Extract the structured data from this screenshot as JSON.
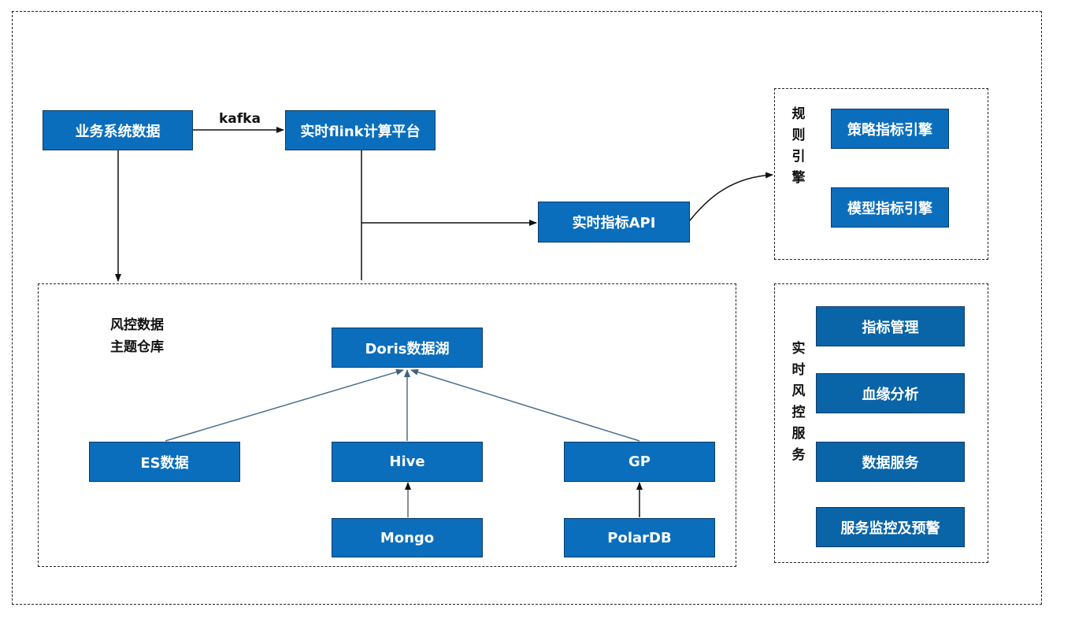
{
  "colors": {
    "box_fill": "#0a6ebd",
    "box_border": "#0b3a66",
    "box_text": "#ffffff",
    "line": "#111111",
    "soft_line": "#4a6d8c"
  },
  "nodes": {
    "business_data": "业务系统数据",
    "flink_platform": "实时flink计算平台",
    "metrics_api": "实时指标API",
    "doris_lake": "Doris数据湖",
    "es_data": "ES数据",
    "hive": "Hive",
    "gp": "GP",
    "mongo": "Mongo",
    "polardb": "PolarDB"
  },
  "edge_labels": {
    "kafka": "kafka"
  },
  "warehouse": {
    "title_line1": "风控数据",
    "title_line2": "主题仓库"
  },
  "rule_engine": {
    "title": "规则引擎",
    "items": [
      "策略指标引擎",
      "模型指标引擎"
    ]
  },
  "risk_services": {
    "title": "实时风控服务",
    "items": [
      "指标管理",
      "血缘分析",
      "数据服务",
      "服务监控及预警"
    ]
  }
}
